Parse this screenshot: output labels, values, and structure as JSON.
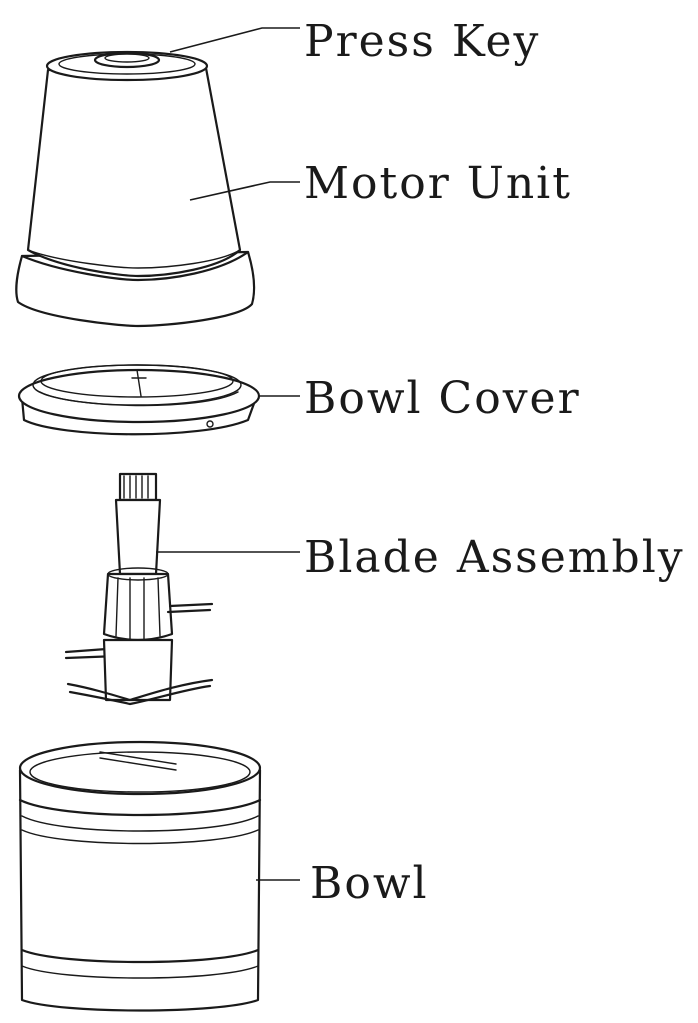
{
  "labels": {
    "press_key": "Press Key",
    "motor_unit": "Motor Unit",
    "bowl_cover": "Bowl Cover",
    "blade_assembly": "Blade Assembly",
    "bowl": "Bowl"
  }
}
